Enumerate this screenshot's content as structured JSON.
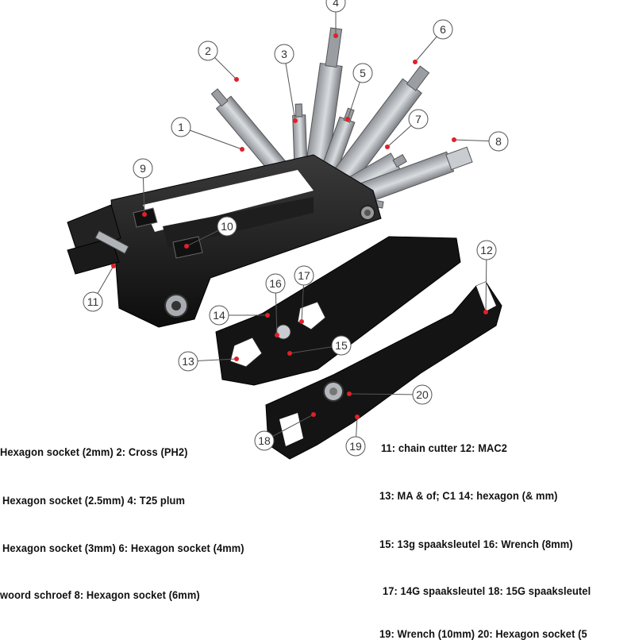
{
  "callouts": [
    "1",
    "2",
    "3",
    "4",
    "5",
    "6",
    "7",
    "8",
    "9",
    "10",
    "11",
    "12",
    "13",
    "14",
    "15",
    "16",
    "17",
    "18",
    "19",
    "20"
  ],
  "captions": {
    "left": [
      "Hexagon socket (2mm) 2: Cross (PH2)",
      "Hexagon socket (2.5mm) 4: T25 plum",
      "Hexagon socket (3mm) 6: Hexagon socket (4mm)",
      "woord schroef 8: Hexagon socket (6mm)"
    ],
    "right": [
      "11: chain cutter 12: MAC2",
      "13: MA & of; C1 14: hexagon (& mm)",
      "15: 13g spaaksleutel 16: Wrench (8mm)",
      "17: 14G spaaksleutel 18: 15G spaaksleutel",
      "19: Wrench (10mm) 20: Hexagon socket (5"
    ]
  },
  "colors": {
    "metal_dark": "#1a1a1a",
    "steel": "#b8bcc0",
    "callout_dot": "#e0202a",
    "callout_ring": "#555555"
  }
}
